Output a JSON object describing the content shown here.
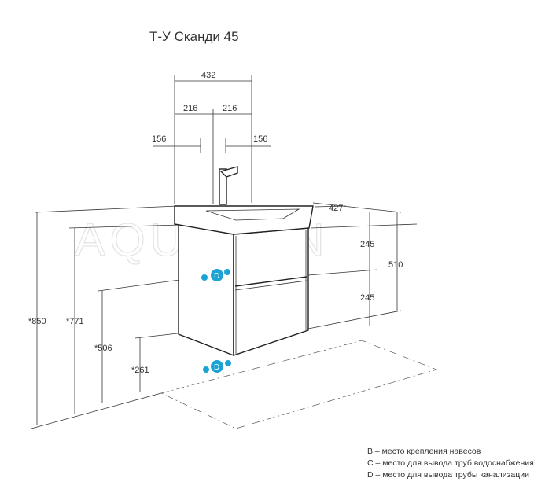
{
  "title": "Т-У Сканди 45",
  "watermark": "AQUATON",
  "marker_color": "#1ca3d6",
  "dimensions": {
    "width_total": "432",
    "half_left": "216",
    "half_right": "216",
    "offset_left": "156",
    "offset_right": "156",
    "depth": "427",
    "drawer_top": "245",
    "drawer_bottom": "245",
    "body_height": "510",
    "h850": "*850",
    "h771": "*771",
    "h506": "*506",
    "h261": "*261"
  },
  "markers": {
    "d": "D"
  },
  "legend": [
    "B – место крепления навесов",
    "C – место для вывода труб водоснабжения",
    "D – место для вывода трубы канализации"
  ]
}
